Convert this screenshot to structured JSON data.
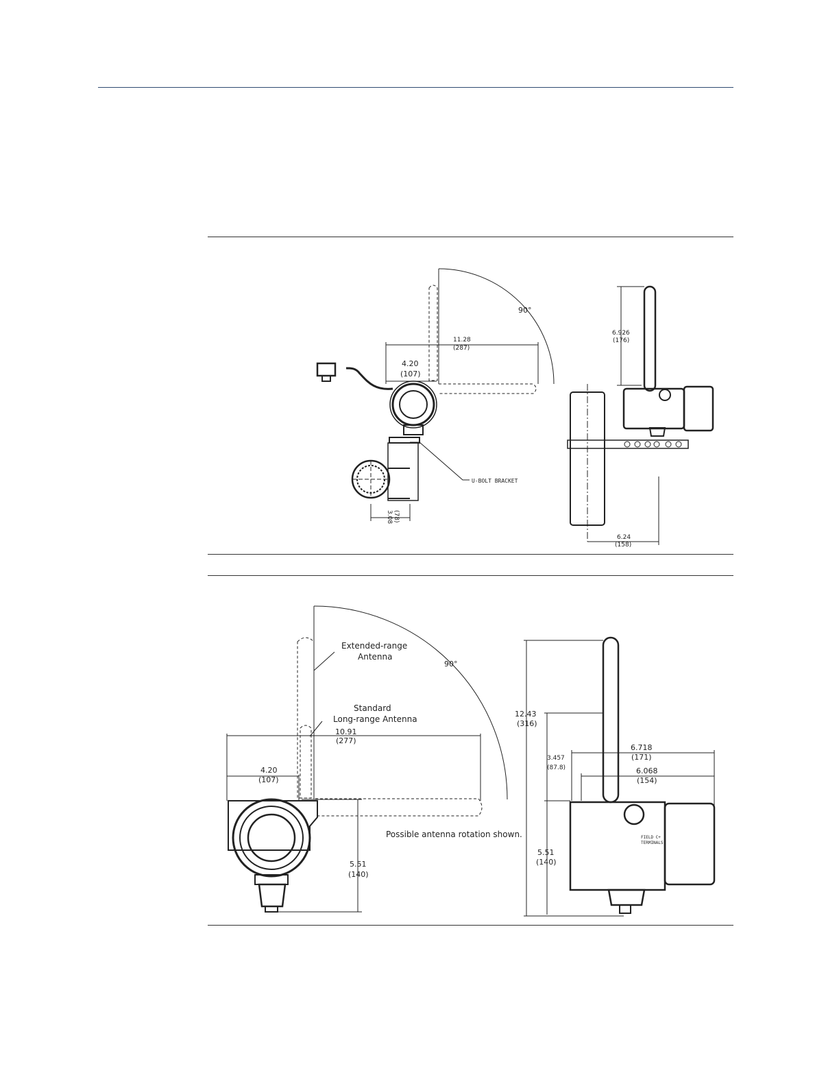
{
  "figure1": {
    "angle": "90°",
    "dim_11_28": "11.28",
    "dim_11_28_mm": "(287)",
    "dim_4_20": "4.20",
    "dim_4_20_mm": "(107)",
    "dim_6_926": "6.926",
    "dim_6_926_mm": "(176)",
    "ubolt_label": "U-BOLT BRACKET",
    "dim_3_08": "3.08",
    "dim_3_08_mm": "(78)",
    "dim_6_24": "6.24",
    "dim_6_24_mm": "(158)"
  },
  "figure2": {
    "extended_label_1": "Extended-range",
    "extended_label_2": "Antenna",
    "angle": "90°",
    "standard_label_1": "Standard",
    "standard_label_2": "Long-range Antenna",
    "dim_10_91": "10.91",
    "dim_10_91_mm": "(277)",
    "dim_4_20": "4.20",
    "dim_4_20_mm": "(107)",
    "dim_5_51": "5.51",
    "dim_5_51_mm": "(140)",
    "rotation_note": "Possible antenna rotation shown.",
    "dim_12_43": "12.43",
    "dim_12_43_mm": "(316)",
    "dim_3_457": "3.457",
    "dim_3_457_mm": "(87.8)",
    "dim_6_718": "6.718",
    "dim_6_718_mm": "(171)",
    "dim_6_068": "6.068",
    "dim_6_068_mm": "(154)",
    "dim_5_51_side": "5.51",
    "dim_5_51_side_mm": "(140)",
    "field_label_1": "FIELD C+",
    "field_label_2": "TERMINALS"
  }
}
